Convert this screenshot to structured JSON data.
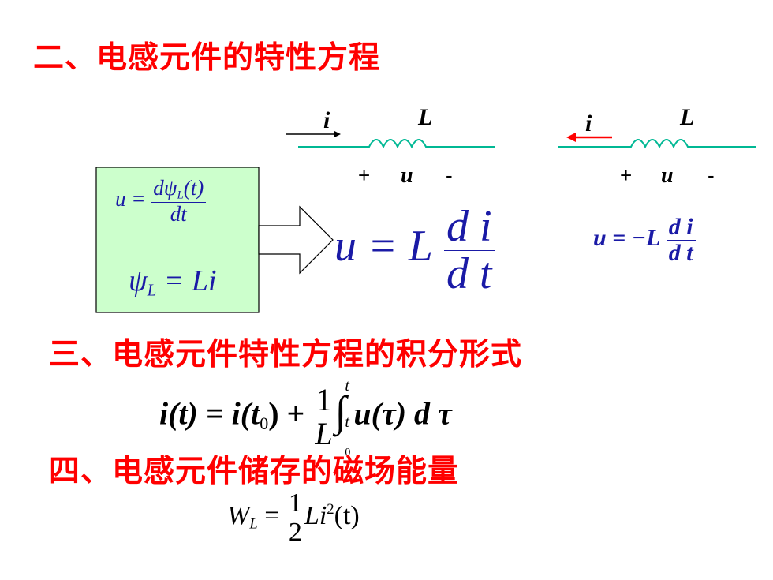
{
  "headings": {
    "h2": "二、电感元件的特性方程",
    "h3": "三、电感元件特性方程的积分形式",
    "h4": "四、电感元件储存的磁场能量"
  },
  "circuit_left": {
    "current_label": "i",
    "inductor_label": "L",
    "plus": "+",
    "voltage_label": "u",
    "minus": "-"
  },
  "circuit_right": {
    "current_label": "i",
    "inductor_label": "L",
    "plus": "+",
    "voltage_label": "u",
    "minus": "-"
  },
  "colors": {
    "heading": "#ff0000",
    "wire": "#00b894",
    "box_fill": "#ccffcc",
    "equation_blue": "#1a1aa6",
    "arrow_red": "#ff0000"
  },
  "box": {
    "eq1_lhs": "u =",
    "eq1_num": "dψ",
    "eq1_num_sub": "L",
    "eq1_num_tail": "(t)",
    "eq1_den": "dt",
    "eq2_lhs": "ψ",
    "eq2_lhs_sub": "L",
    "eq2_rhs": " = Li"
  },
  "eq_main": {
    "lhs": "u = L",
    "num": "d i",
    "den": "d t"
  },
  "eq_neg": {
    "lhs": "u = −L",
    "num": "d i",
    "den": "d t"
  },
  "eq_integral": {
    "lhs": "i(t) = i(t",
    "lhs_sub": "0",
    "lhs_tail": ") +",
    "frac_num": "1",
    "frac_den": "L",
    "integral": "∫",
    "upper": "t",
    "lower": "t",
    "lower_sub": "0",
    "integrand": "u(τ) d τ"
  },
  "eq_energy": {
    "lhs": "W",
    "lhs_sub": "L",
    "eq": " = ",
    "frac_num": "1",
    "frac_den": "2",
    "rhs": "Li",
    "rhs_sup": "2",
    "rhs_tail": "(t)"
  }
}
